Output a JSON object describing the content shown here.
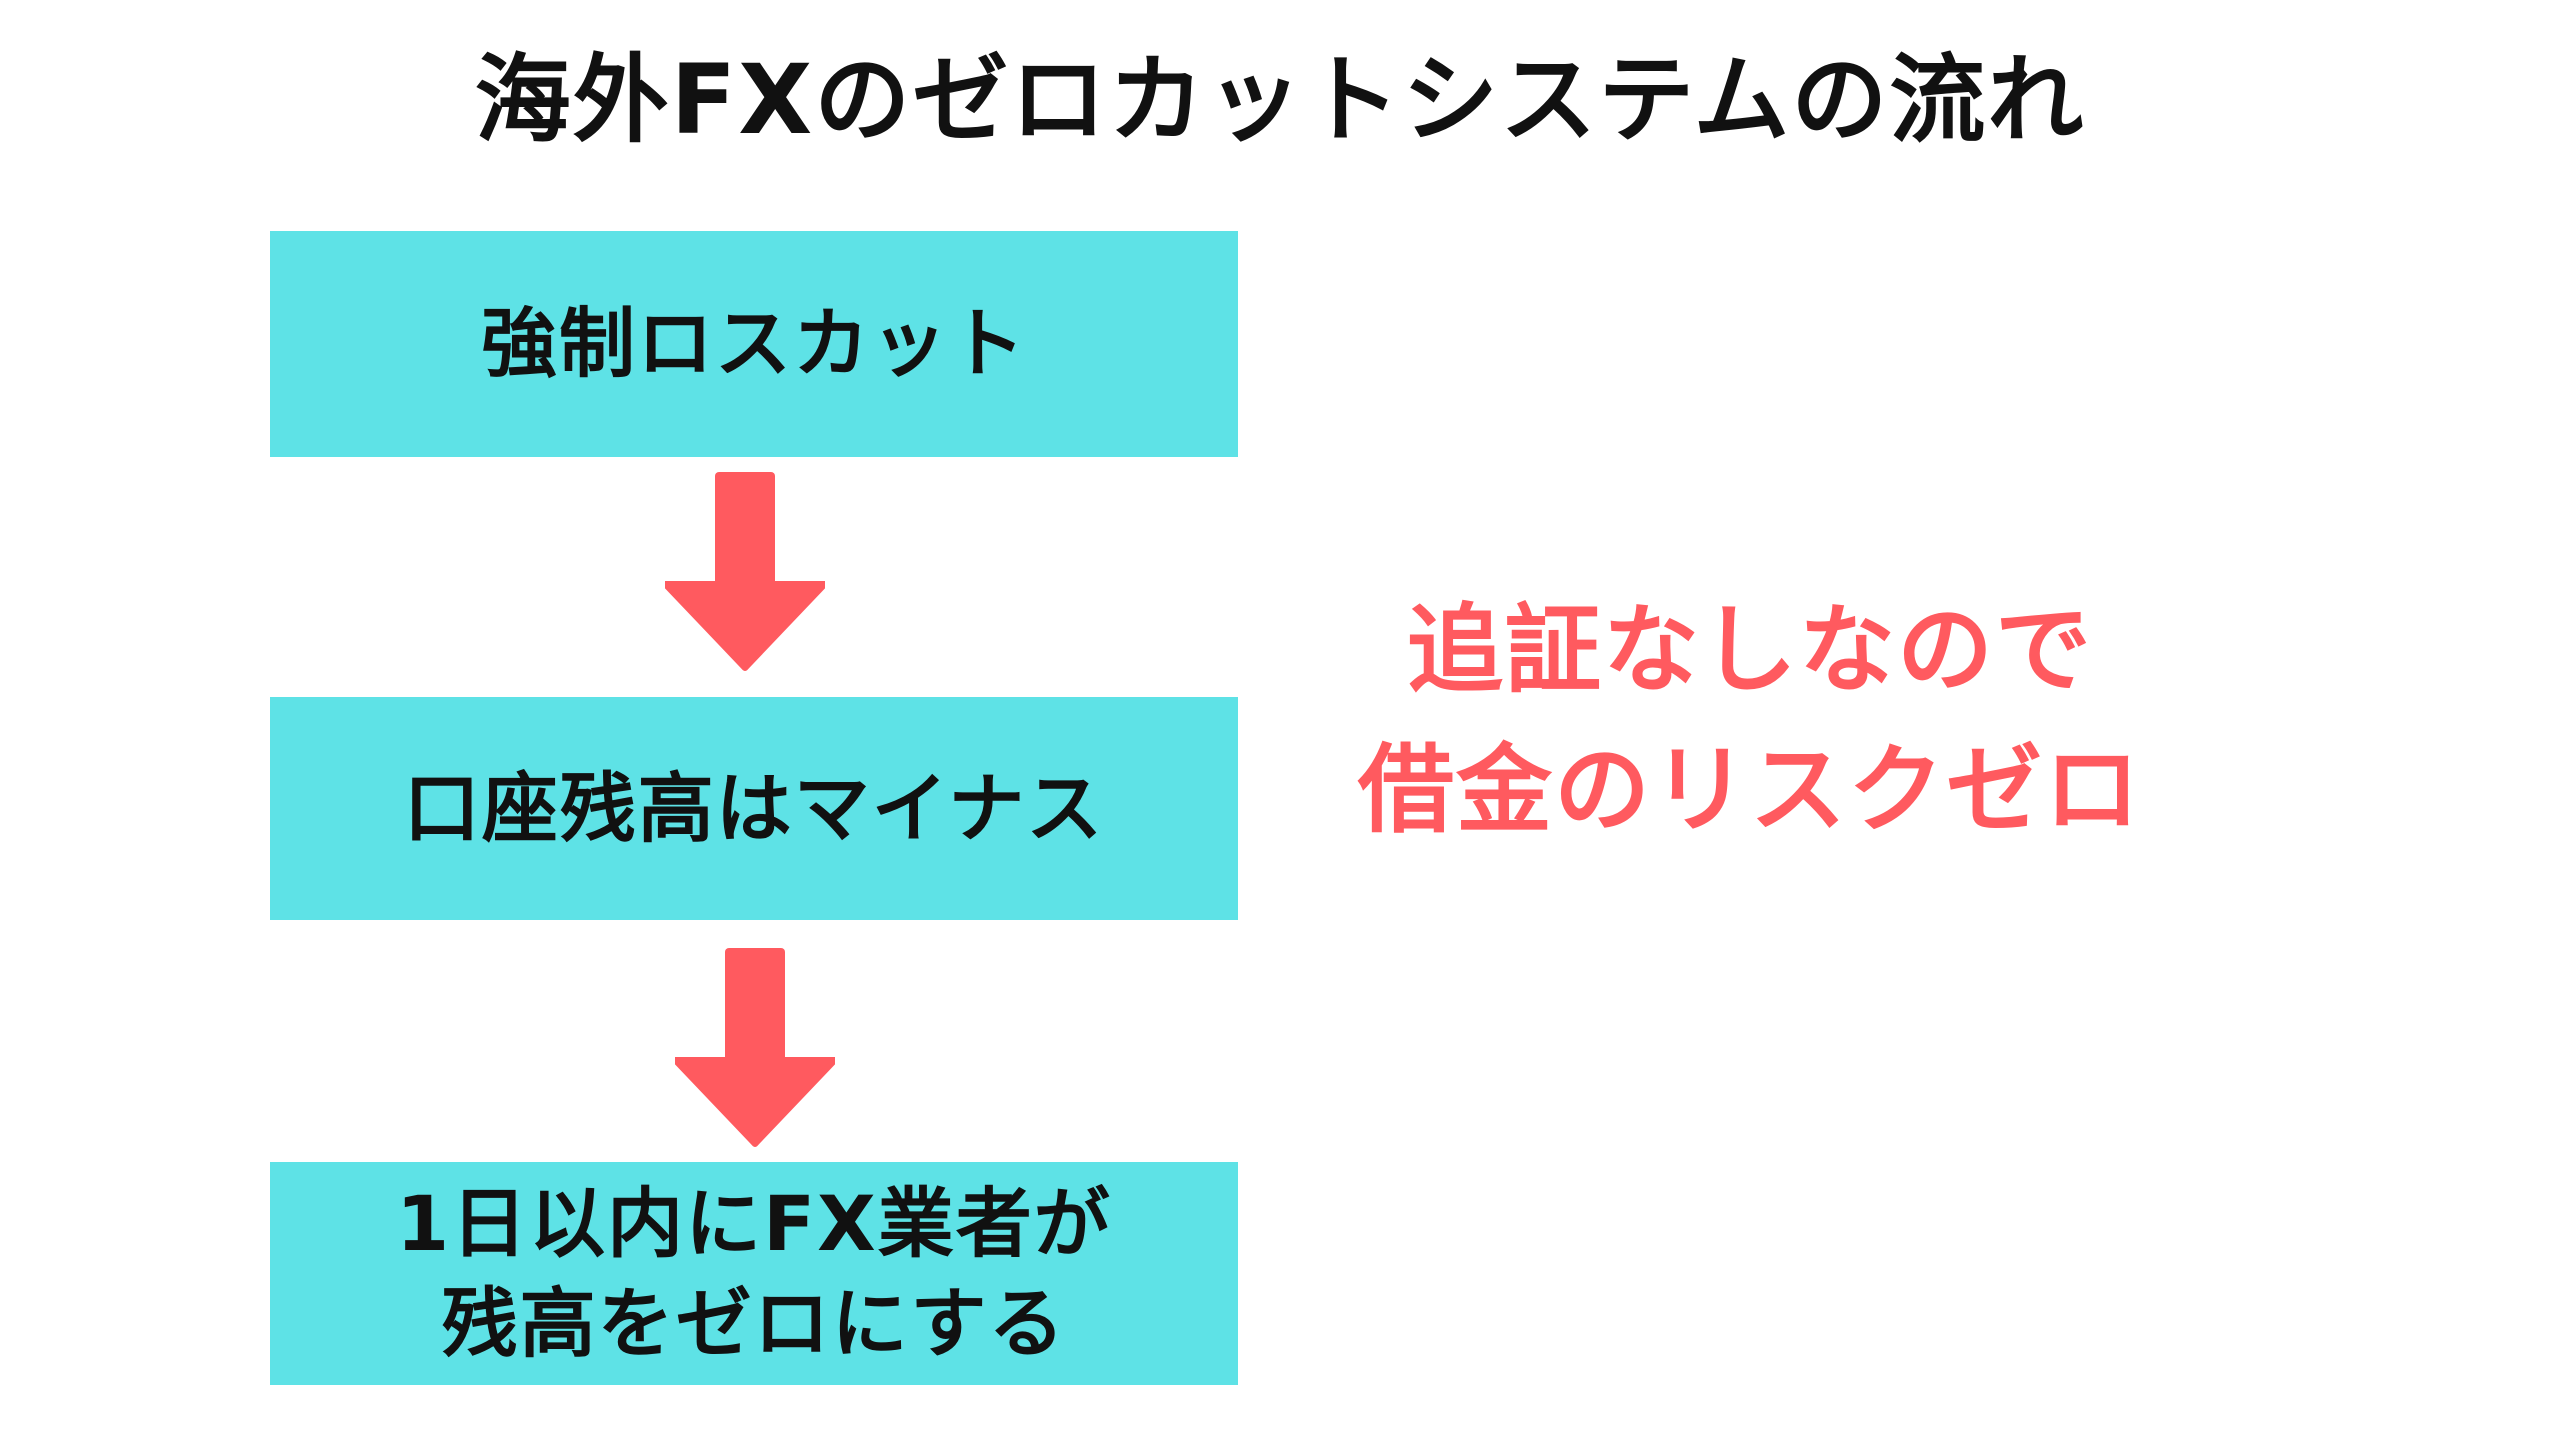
{
  "title": "海外FXのゼロカットシステムの流れ",
  "steps": [
    {
      "lines": [
        "強制ロスカット"
      ]
    },
    {
      "lines": [
        "口座残高はマイナス"
      ]
    },
    {
      "lines": [
        "1日以内にFX業者が",
        "残高をゼロにする"
      ]
    }
  ],
  "note": {
    "lines": [
      "追証なしなので",
      "借金のリスクゼロ"
    ]
  },
  "colors": {
    "box": "#5ee2e6",
    "arrow": "#ff5a5f",
    "note_text": "#ff5a5f",
    "text": "#111111"
  },
  "icons": {
    "arrow": "arrow-down-icon"
  }
}
